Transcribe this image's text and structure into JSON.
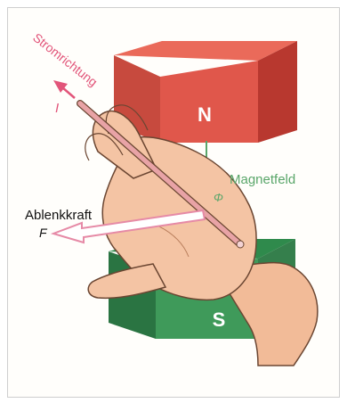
{
  "labels": {
    "current_direction": "Stromrichtung",
    "current_symbol": "I",
    "magnet_north": "N",
    "magnet_south": "S",
    "magnetic_field": "Magnetfeld",
    "flux_symbol": "Φ",
    "deflection_force": "Ablenkkraft",
    "force_symbol": "F"
  },
  "colors": {
    "magnet_red": "#e0574b",
    "magnet_red_dark": "#b8382f",
    "magnet_green": "#3f9a5a",
    "magnet_green_dark": "#2a7442",
    "skin": "#f4c4a4",
    "skin_outline": "#6b4632",
    "conductor": "#e8a3a6",
    "current_pink": "#e2557a",
    "field_green": "#5aa66a",
    "force_outline": "#e68aa6"
  }
}
